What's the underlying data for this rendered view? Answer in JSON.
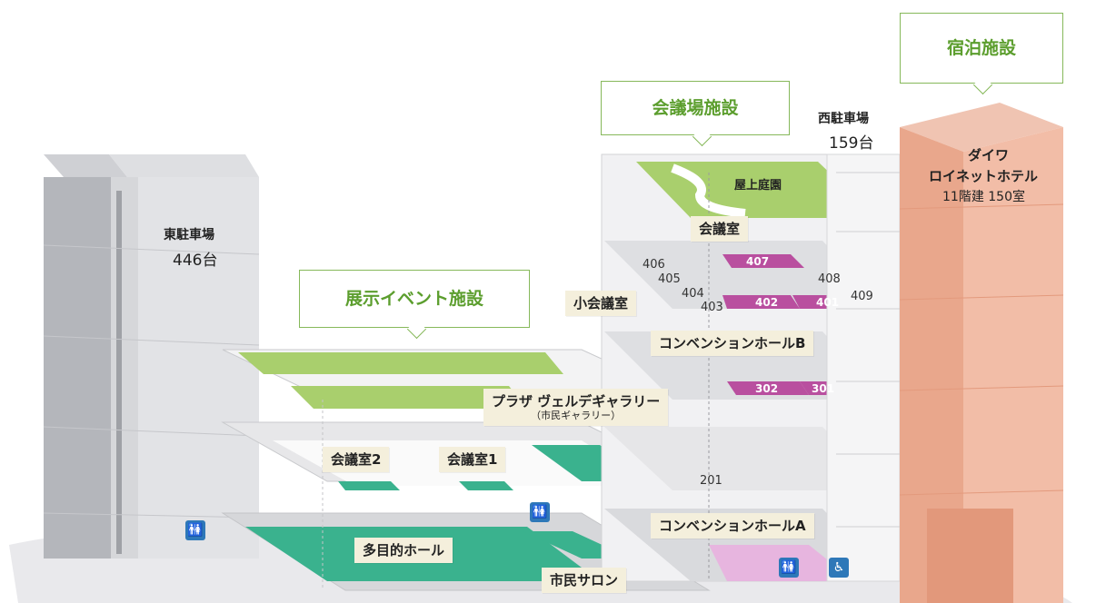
{
  "callouts": {
    "lodging": "宿泊施設",
    "conference": "会議場施設",
    "exhibition": "展示イベント施設"
  },
  "east_parking": {
    "name": "東駐車場",
    "capacity": "446台"
  },
  "west_parking": {
    "name": "西駐車場",
    "capacity": "159台"
  },
  "hotel": {
    "name_line1": "ダイワ",
    "name_line2": "ロイネットホテル",
    "detail": "11階建 150室"
  },
  "rooftop_garden": "屋上庭園",
  "rooms": {
    "meeting_room": "会議室",
    "small_meeting": "小会議室",
    "convention_b": "コンベンションホールB",
    "convention_a": "コンベンションホールA",
    "plaza_gallery": "プラザ ヴェルデギャラリー",
    "plaza_gallery_sub": "（市民ギャラリー）",
    "meeting_2": "会議室2",
    "meeting_1": "会議室1",
    "multipurpose_hall": "多目的ホール",
    "citizen_salon": "市民サロン"
  },
  "room_numbers": {
    "r406": "406",
    "r405": "405",
    "r404": "404",
    "r403": "403",
    "r407": "407",
    "r402": "402",
    "r401": "401",
    "r408": "408",
    "r409": "409",
    "r302": "302",
    "r301": "301",
    "r201": "201"
  },
  "icons": [
    "toilet-icon",
    "toilet-icon",
    "toilet-icon",
    "accessible-icon"
  ],
  "colors": {
    "hotel": "#e9a78c",
    "green_floor": "#a9cf6d",
    "teal_floor": "#3ab28e",
    "magenta_room": "#b94f9f",
    "plate": "#f4efdc",
    "callout_border": "#86b85a"
  }
}
